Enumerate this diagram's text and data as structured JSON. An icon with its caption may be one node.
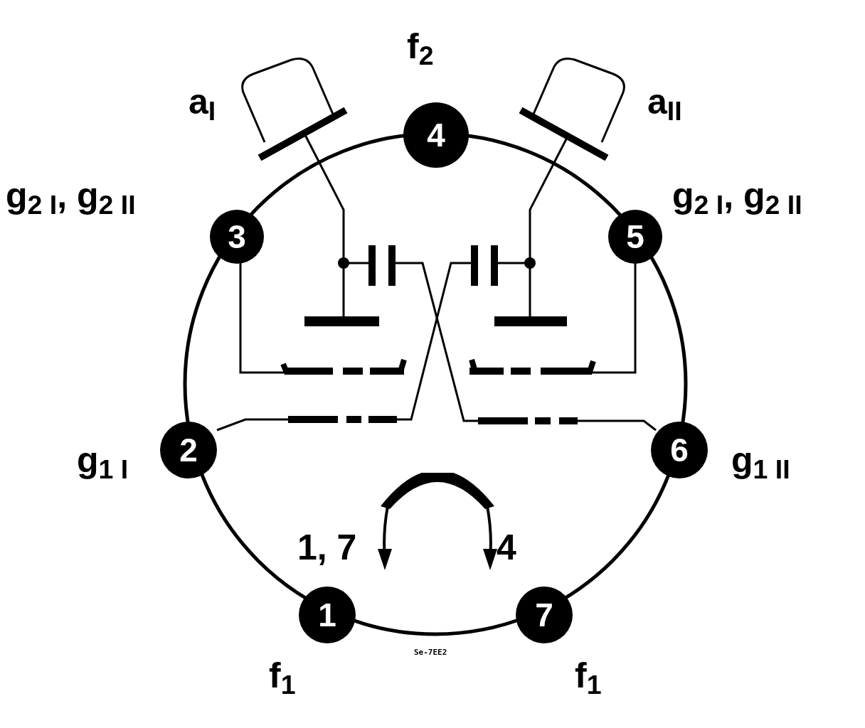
{
  "diagram": {
    "nodes": [
      {
        "text": [
          "4"
        ],
        "beside": [
          "f$_{2}$"
        ]
      },
      {
        "text": [
          "3"
        ],
        "beside": [
          "g$_{2 I}$, g$_{2 II}$"
        ]
      },
      {
        "text": [
          "5"
        ],
        "beside": [
          "g$_{2 I}$, g$_{2 II}$"
        ]
      },
      {
        "text": [
          "2"
        ],
        "beside": [
          "g$_{1 I}$"
        ]
      },
      {
        "text": [
          "6"
        ],
        "beside": [
          "g$_{1 II}$"
        ]
      },
      {
        "text": [
          "1"
        ],
        "beside": [
          "f$_{1}$"
        ]
      },
      {
        "text": [
          "7"
        ],
        "beside": [
          "f$_{1}$"
        ]
      }
    ],
    "edges": [],
    "labels": [
      "a$_{I}$",
      "a$_{II}$",
      "1, 7",
      "4",
      "Se-7EE2"
    ]
  }
}
